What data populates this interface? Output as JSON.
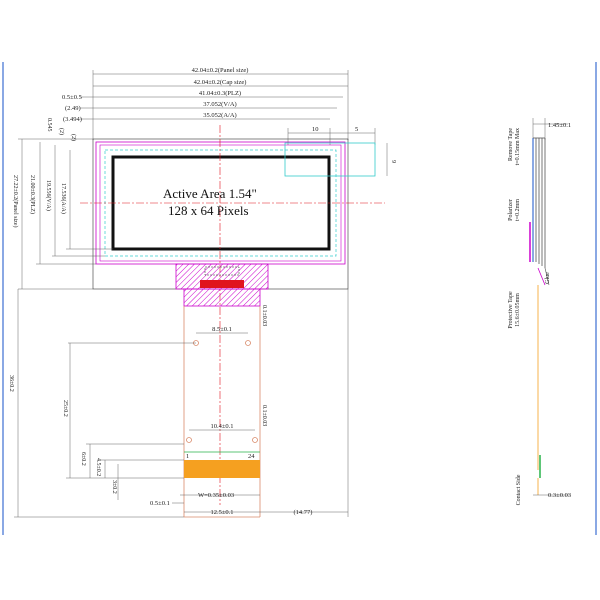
{
  "front_view": {
    "panel_width": "42.04±0.2(Panel size)",
    "cap_width": "42.04±0.2(Cap size)",
    "plz_width": "41.04±0.3(PLZ)",
    "left_margin": "0.5±0.5",
    "offset_a": "(2.49)",
    "offset_b": "(3.494)",
    "va_width": "37.052(V/A)",
    "aa_width": "35.052(A/A)",
    "detail_10": "10",
    "detail_5": "5",
    "detail_9": "9",
    "active_area_line1": "Active Area 1.54\"",
    "active_area_line2": "128 x 64 Pixels",
    "panel_height": "27.22±0.2(Panel size)",
    "plz_height": "21.00±0.3(PLZ)",
    "va_height": "19.556(V/A)",
    "aa_height": "17.536(A/A)",
    "small_v1": "0.545",
    "small_v2": "(2)",
    "small_v3": "(2)",
    "fpc_thickness_top": "0.1±0.03",
    "fpc_width_upper": "8.5±0.1",
    "fpc_length": "36±0.2",
    "fpc_length2": "25±0.2",
    "fpc_thickness_mid": "0.1±0.03",
    "pitch_width": "10.4±0.1",
    "pin_1": "1",
    "pin_24": "24",
    "dim_6": "6±0.2",
    "dim_4_5": "4.5±0.2",
    "dim_3": "3±0.2",
    "w_dim": "W=0.35±0.03",
    "left_edge": "0.5±0.1",
    "fpc_width_lower": "12.5±0.1",
    "right_offset": "(14.77)"
  },
  "side_view": {
    "total_thickness": "1.45±0.1",
    "remove_tape": "Remove Tape",
    "remove_tape_dim": "t=0.15mm Max",
    "polarizer": "Polarizer",
    "polarizer_dim": "t=0.2mm",
    "glue": "Glue",
    "protective_tape": "Protective Tape",
    "protective_tape_dim": "15.6±0.05mm",
    "contact_side": "Contact Side",
    "fpc_thickness": "0.3±0.03"
  },
  "colors": {
    "magenta": "#cc00cc",
    "cyan": "#33cccc",
    "red": "#e0141e",
    "orange": "#f5a020",
    "fpc_line": "#d98a6a",
    "green": "#29b34a",
    "frame_blue": "#3c6ed2"
  }
}
